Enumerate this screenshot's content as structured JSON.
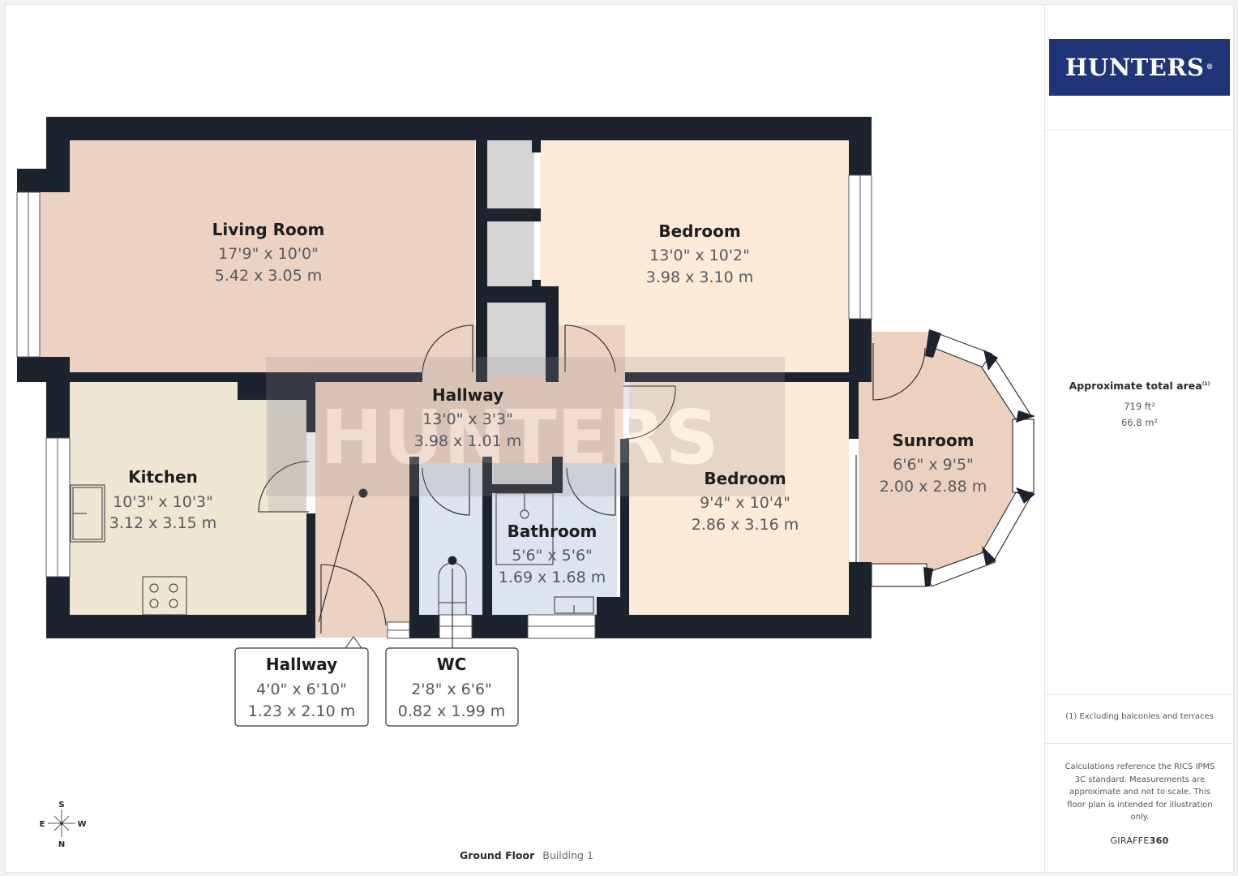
{
  "brand": {
    "logo_text": "HUNTERS",
    "logo_mark": "®",
    "primary_color": "#1f3577"
  },
  "sidebar": {
    "area_title": "Approximate total area",
    "area_title_note": "(1)",
    "area_sqft": "719 ft²",
    "area_sqm": "66.8 m²",
    "footnote": "(1) Excluding balconies and terraces",
    "disclaimer": "Calculations reference the RICS IPMS 3C standard. Measurements are approximate and not to scale. This floor plan is intended for illustration only.",
    "provider_a": "GIRAFFE",
    "provider_b": "360"
  },
  "floor": {
    "name": "Ground Floor",
    "building": "Building 1"
  },
  "compass": {
    "top": "S",
    "left": "E",
    "right": "W",
    "bottom": "N"
  },
  "rooms": {
    "living_room": {
      "name": "Living Room",
      "imperial": "17'9\" x 10'0\"",
      "metric": "5.42 x 3.05 m"
    },
    "bedroom_1": {
      "name": "Bedroom",
      "imperial": "13'0\" x 10'2\"",
      "metric": "3.98 x 3.10 m"
    },
    "hallway_main": {
      "name": "Hallway",
      "imperial": "13'0\" x 3'3\"",
      "metric": "3.98 x 1.01 m"
    },
    "kitchen": {
      "name": "Kitchen",
      "imperial": "10'3\" x 10'3\"",
      "metric": "3.12 x 3.15 m"
    },
    "bathroom": {
      "name": "Bathroom",
      "imperial": "5'6\" x 5'6\"",
      "metric": "1.69 x 1.68 m"
    },
    "bedroom_2": {
      "name": "Bedroom",
      "imperial": "9'4\" x 10'4\"",
      "metric": "2.86 x 3.16 m"
    },
    "sunroom": {
      "name": "Sunroom",
      "imperial": "6'6\" x 9'5\"",
      "metric": "2.00 x 2.88 m"
    },
    "hallway_entry": {
      "name": "Hallway",
      "imperial": "4'0\" x 6'10\"",
      "metric": "1.23 x 2.10 m"
    },
    "wc": {
      "name": "WC",
      "imperial": "2'8\" x 6'6\"",
      "metric": "0.82 x 1.99 m"
    }
  },
  "colors": {
    "wall": "#1c222e",
    "living": "#ecd2c3",
    "bedroom": "#fdebd9",
    "kitchen": "#efe6d4",
    "wet": "#dde3ef",
    "sunroom": "#ecd0c0",
    "closet": "#d5d5d5"
  }
}
